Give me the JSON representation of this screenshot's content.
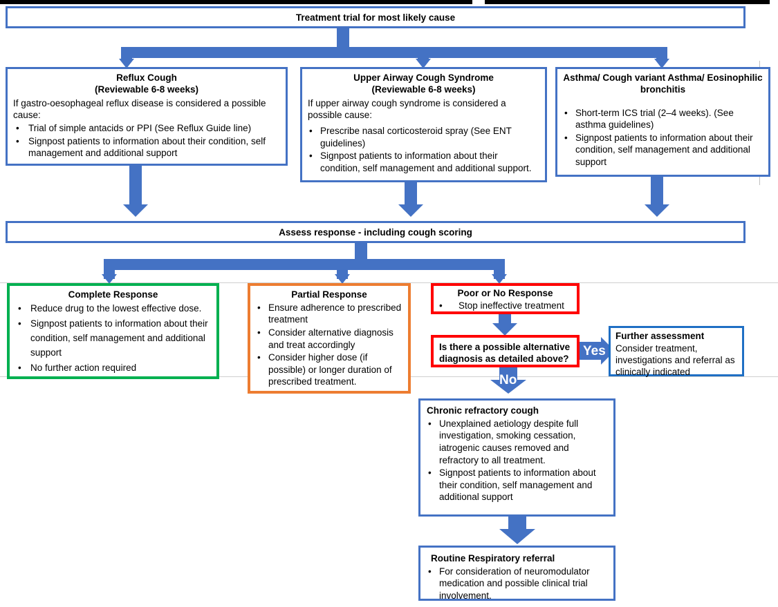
{
  "diagram": {
    "title_bar": {
      "label": "Treatment trial for most likely cause"
    },
    "assess_bar": {
      "label": "Assess response - including cough scoring"
    },
    "branches": [
      {
        "id": "reflux-cough",
        "title_line1": "Reflux Cough",
        "title_line2": "(Reviewable 6-8 weeks)",
        "lead": "If gastro-oesophageal reflux disease is considered a possible cause:",
        "bullets": [
          "Trial of simple antacids or PPI (See Reflux Guide line)",
          "Signpost patients to information about their condition, self management and additional support"
        ]
      },
      {
        "id": "upper-airway-cough-syndrome",
        "title_line1": "Upper Airway Cough Syndrome",
        "title_line2": "(Reviewable 6-8 weeks)",
        "lead": "If upper airway cough syndrome is considered a possible cause:",
        "bullets": [
          "Prescribe nasal corticosteroid spray (See ENT guidelines)",
          "Signpost patients to information about their condition, self management and additional support."
        ]
      },
      {
        "id": "asthma-eosinophilic-bronchitis",
        "title_line1": "Asthma/ Cough variant Asthma/ Eosinophilic",
        "title_line2": "bronchitis",
        "lead": "",
        "bullets": [
          "Short-term ICS trial (2–4 weeks). (See asthma guidelines)",
          "Signpost patients to information about their condition, self management and additional support"
        ]
      }
    ],
    "responses": [
      {
        "id": "complete-response",
        "title": "Complete Response",
        "bullets": [
          "Reduce drug to the lowest effective dose.",
          "Signpost patients to information about their condition, self management and additional support",
          "No further action required"
        ]
      },
      {
        "id": "partial-response",
        "title": "Partial Response",
        "bullets": [
          "Ensure adherence to prescribed treatment",
          "Consider alternative diagnosis and treat accordingly",
          "Consider higher dose (if possible) or longer duration of prescribed treatment."
        ]
      },
      {
        "id": "poor-or-no-response",
        "title": "Poor or No Response",
        "bullets": [
          "Stop ineffective treatment"
        ]
      }
    ],
    "decision": {
      "id": "alternative-diagnosis-decision",
      "question_line1": "Is there a possible alternative",
      "question_line2": "diagnosis as detailed above?",
      "yes_label": "Yes",
      "no_label": "No"
    },
    "further_assessment": {
      "id": "further-assessment",
      "title": "Further assessment",
      "body_line1": "Consider treatment,",
      "body_line2": "investigations and referral as",
      "body_line3": "clinically indicated"
    },
    "chronic_refractory": {
      "id": "chronic-refractory-cough",
      "title": "Chronic refractory cough",
      "bullets": [
        "Unexplained aetiology despite full investigation, smoking cessation, iatrogenic causes removed and refractory to all treatment.",
        "Signpost patients to information about their condition, self management and additional support"
      ]
    },
    "referral": {
      "id": "routine-respiratory-referral",
      "title": "Routine Respiratory referral",
      "bullets": [
        "For consideration of neuromodulator medication and possible clinical trial involvement."
      ]
    },
    "colors": {
      "blue": "#4472C4",
      "blue_dark": "#1F6FC4",
      "green": "#00B050",
      "orange": "#ED7D31",
      "red": "#FF0000",
      "black": "#000000",
      "white": "#FFFFFF"
    }
  }
}
